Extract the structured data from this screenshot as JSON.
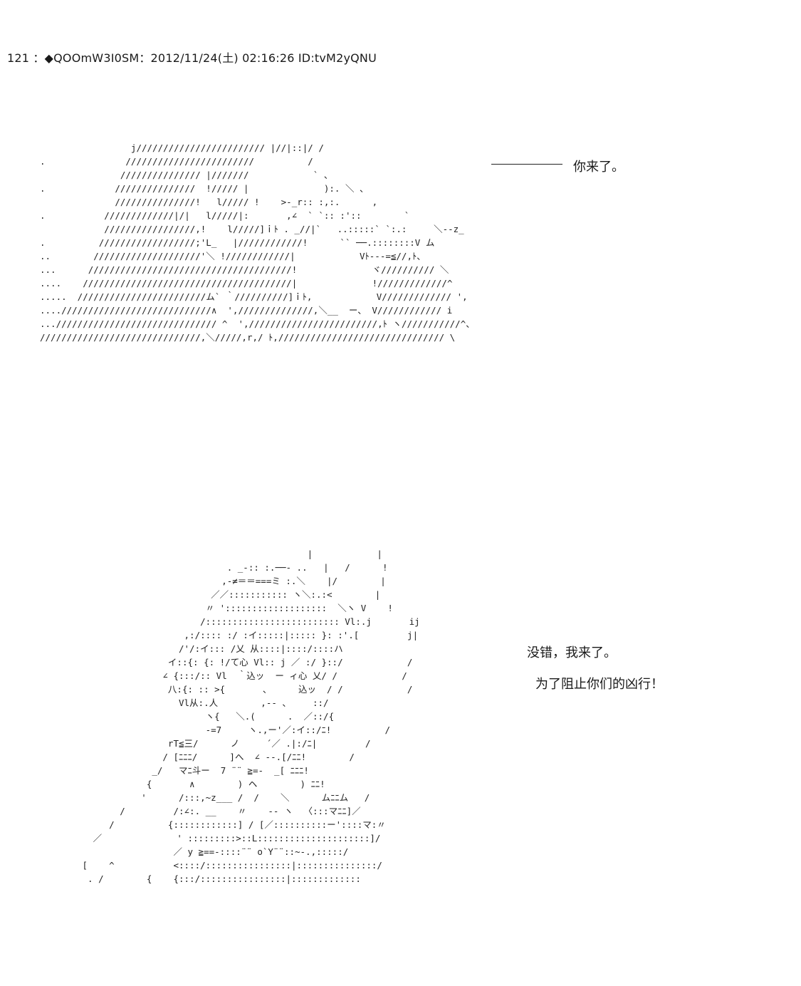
{
  "post": {
    "header": "121 ：◆QOOmW3I0SM：2012/11/24(土) 02:16:26 ID:tvM2yQNU"
  },
  "panel1": {
    "art": [
      "                 j//////////////////////// |//|::|/ /",
      ".               ////////////////////////          /",
      "               /////////////// |///////            ` 、",
      ".             ///////////////  !///// |              ):. ＼ 、",
      "              ///////////////!   l///// !    >-_r:: :,:.      ,",
      ".           /////////////|/|   l/////|:       ,∠  ` `:: :'::        `",
      "            /////////////////,!    l/////]ｉﾄ . _//|`   ..:::::` `:.:     ＼--z_",
      ".          //////////////////;'L_   |////////////!      `` ──.::::::::V ム",
      "..        ////////////////////'＼ !////////////|            Vﾄ---=≦//,ﾄ、",
      "...      //////////////////////////////////////!              ヾ////////// ＼",
      "....    ///////////////////////////////////////|              !/////////////^",
      ".....  ////////////////////////ム` ｀//////////]ｉﾄ,            V///////////// ',",
      "....////////////////////////////∧  ',//////////////,＼__  ー、 V//////////// i",
      "...////////////////////////////// ^  ',////////////////////////,ﾄ ヽ///////////^、",
      "//////////////////////////////,＼/////,r,/ ﾄ,/////////////////////////////// \\"
    ],
    "dialogue": "你来了。"
  },
  "panel2": {
    "art": [
      "                                           |            |",
      "                            . _-:: :.──- ..   |   /      !",
      "                           ,-≠＝＝===ミ :.＼    |/        |",
      "                         ／／::::::::::: ヽ＼:.:<        |",
      "                        〃 ':::::::::::::::::::  ＼ヽ V    !",
      "                       /::::::::::::::::::::::::: Vl:.j       ij",
      "                    ,:/:::: :/ :イ:::::|::::: }: :'.[         j|",
      "                   /'/:イ::: /乂 从::::|::::/::::ハ",
      "                 イ::{: {: !/て心 Vl:: j ／ :/ }::/            /",
      "                ∠ {:::/:: Vl  ｀込ッ  ー ィ心 乂/ /            /",
      "                 八:{: :: >{       、     込ッ  / /            /",
      "                   Vl从:.人        ,-- 、    ::/",
      "                        ヽ{   ＼.(      .  ／::/{",
      "                        -=7     ヽ.,ー'／:イ::/ﾆ!          /",
      "                 rT≦三/      ノ     ´／ .|:/ﾆ|         /",
      "                / [ﾆﾆﾆ/      ]へ  ∠ --.[/ﾆﾆ!        /",
      "              _/   マﾆ斗ー  7 ¨¨ ≧=-  _[ ﾆﾆﾆ!",
      "             {       ∧        ) ヘ        ) ﾆﾆ!",
      "            '      /:::,~z___ /  /    ＼      ムﾆﾆム   /",
      "        /         /:∠:. __    〃    -- ヽ  〈:::マﾆﾆ]／",
      "      /          {::::::::::::] / [／::::::::::ー'::::マ:〃",
      "   ／              ' :::::::::>::L:::::::::::::::::::::]/",
      "                  ／ y ≧==-::::¨¨ o`Y¨¨::~-.,:::::/",
      " [    ^           <::::/::::::::::::::::|:::::::::::::::/",
      "  . /        {    {:::/::::::::::::::::|:::::::::::::"
    ],
    "dialogue_1": "没错，我来了。",
    "dialogue_2": "为了阻止你们的凶行！"
  }
}
